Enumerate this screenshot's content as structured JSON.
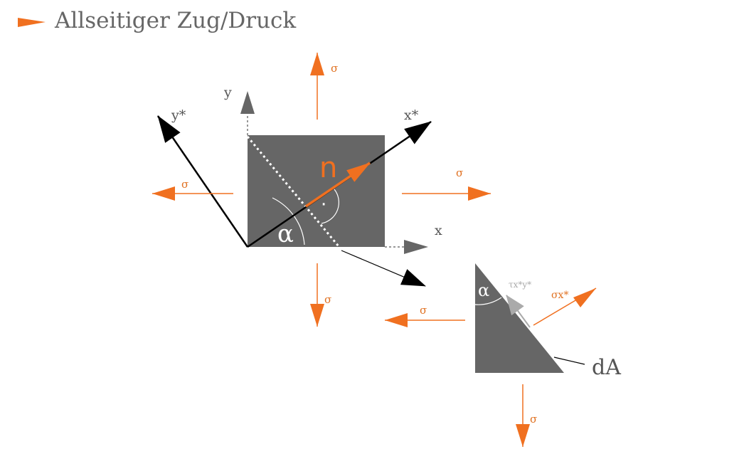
{
  "header": {
    "title": "Allseitiger Zug/Druck",
    "bullet_icon": "orange-arrow-bullet-icon"
  },
  "colors": {
    "accent": "#f07020",
    "block": "#666666",
    "text": "#666666",
    "axis": "#000000",
    "shear": "#aaaaaa"
  },
  "diagram": {
    "stress_label": "σ",
    "axes": {
      "x": "x",
      "y": "y",
      "x_star": "x*",
      "y_star": "y*"
    },
    "normal_label": "n",
    "angle_label": "α",
    "right_angle_mark": "·",
    "element": {
      "shear_label": "τx*y*",
      "normal_stress_label": "σx*",
      "area_label": "dA"
    }
  }
}
